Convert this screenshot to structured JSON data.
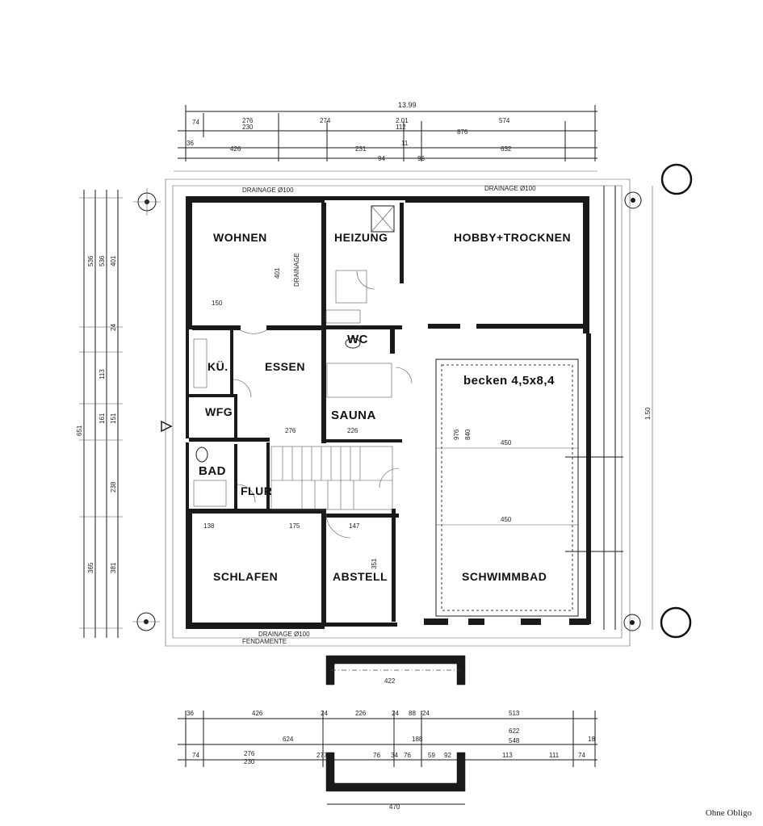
{
  "rooms": {
    "wohnen": "WOHNEN",
    "heizung": "HEIZUNG",
    "hobby": "HOBBY+TROCKNEN",
    "kueche": "KÜ.",
    "essen": "ESSEN",
    "wc": "WC",
    "becken": "becken 4,5x8,4",
    "wfg": "WFG",
    "sauna": "SAUNA",
    "bad": "BAD",
    "flur": "FLUR",
    "schlafen": "SCHLAFEN",
    "abstell": "ABSTELL",
    "schwimmbad": "SCHWIMMBAD"
  },
  "dimensions": {
    "top_total": "13.99",
    "top_row1": [
      "74",
      "276",
      "274",
      "2.01",
      "876",
      "574"
    ],
    "top_row1_sub": [
      "230",
      "112"
    ],
    "top_row2": [
      "36",
      "426",
      "231",
      "11",
      "632"
    ],
    "top_small": [
      "94",
      "96"
    ],
    "left_total": "651",
    "left_row": [
      "536",
      "536",
      "401",
      "24",
      "113",
      "161",
      "151",
      "238",
      "365",
      "381"
    ],
    "right_total": "1.50",
    "bottom_row1": [
      "36",
      "426",
      "24",
      "226",
      "24",
      "88",
      "24",
      "513"
    ],
    "bottom_row2": [
      "624",
      "622",
      "188",
      "548",
      "18"
    ],
    "bottom_row3": [
      "74",
      "276",
      "230",
      "277",
      "76",
      "34",
      "76",
      "59",
      "92",
      "113",
      "111",
      "74"
    ],
    "bottom_total": "470",
    "stair_width": "422",
    "pool_inner": [
      "450",
      "450",
      "976",
      "840"
    ],
    "room_inner": [
      "150",
      "401",
      "276",
      "226",
      "175",
      "147",
      "138",
      "351"
    ]
  },
  "notes": {
    "drainage": "DRAINAGE",
    "drainage_top": "DRAINAGE Ø100",
    "drainage_bottom": "DRAINAGE Ø100",
    "fundament": "FENDAMENTE"
  },
  "disclaimer": "Ohne Obligo"
}
